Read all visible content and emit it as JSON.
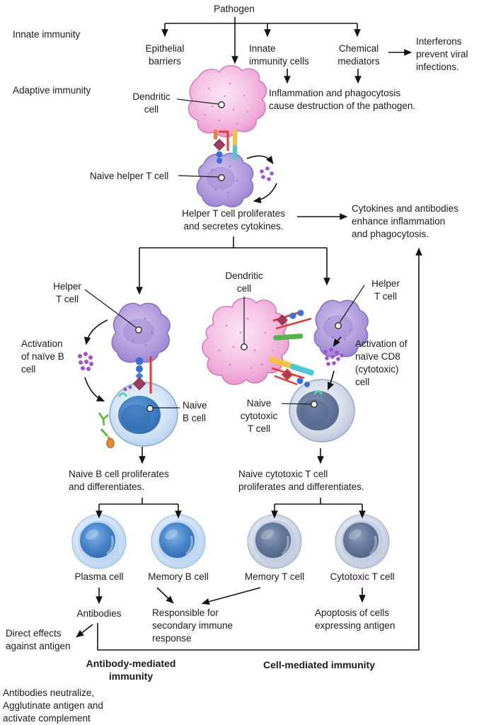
{
  "palette": {
    "line": "#141414",
    "text": "#1b1b1b",
    "dendritic_pink": "#f3bade",
    "dendritic_edge": "#d878bc",
    "helper_purple": "#b3a0e0",
    "helper_edge": "#8670be",
    "b_cell_body": "#d5e6f7",
    "b_cell_nucleus": "#3f7fc1",
    "ctl_body": "#d9dfeb",
    "ctl_nucleus": "#5f7294",
    "cytokine_dot_purple": "#a050d0",
    "receptor_red": "#e8392f",
    "receptor_maroon": "#a03a5e",
    "receptor_blue": "#3a6fd8",
    "receptor_yellow": "#f5c23d",
    "receptor_cyan": "#4cc8d8",
    "receptor_green": "#4db848",
    "receptor_orange": "#f08030",
    "receptor_teal": "#50d0b8"
  },
  "labels": {
    "pathogen": "Pathogen",
    "innate_immunity": "Innate immunity",
    "adaptive_immunity": "Adaptive immunity",
    "epithelial": [
      "Epithelial",
      "barriers"
    ],
    "innate_cells": [
      "Innate",
      "immunity cells"
    ],
    "chemical": [
      "Chemical",
      "mediators"
    ],
    "interferons": [
      "Interferons",
      "prevent viral",
      "infections."
    ],
    "inflammation": [
      "Inflammation and phagocytosis",
      "cause destruction of the pathogen."
    ],
    "dendritic_top": [
      "Dendritic",
      "cell"
    ],
    "naive_helper": "Naive helper T cell",
    "helper_proliferates": [
      "Helper T cell proliferates",
      "and secretes cytokines."
    ],
    "cytokines_enhance": [
      "Cytokines and antibodies",
      "enhance inflammation",
      "and phagocytosis."
    ],
    "helper_left": [
      "Helper",
      "T cell"
    ],
    "dendritic_mid": [
      "Dendritic",
      "cell"
    ],
    "helper_right": [
      "Helper",
      "T cell"
    ],
    "activation_b": [
      "Activation",
      "of naïve B",
      "cell"
    ],
    "activation_cd8": [
      "Activation of",
      "naïve CD8",
      "(cytotoxic)",
      "cell"
    ],
    "naive_b": [
      "Naive",
      "B cell"
    ],
    "naive_ctl": [
      "Naive",
      "cytotoxic",
      "T cell"
    ],
    "b_proliferates": [
      "Naive B cell proliferates",
      "and differentiates."
    ],
    "ctl_proliferates": [
      "Naive cytotoxic T cell",
      "proliferates and differentiates."
    ],
    "plasma": "Plasma cell",
    "memory_b": "Memory B cell",
    "memory_t": "Memory T cell",
    "cytotoxic_t": "Cytotoxic T cell",
    "antibodies": "Antibodies",
    "responsible": [
      "Responsible for",
      "secondary immune",
      "response"
    ],
    "apoptosis": [
      "Apoptosis of cells",
      "expressing antigen"
    ],
    "direct_effects": [
      "Direct effects",
      "against antigen"
    ],
    "antibody_mediated": [
      "Antibody-mediated",
      "immunity"
    ],
    "cell_mediated": "Cell-mediated immunity",
    "antibodies_neutralize": [
      "Antibodies neutralize,",
      "Agglutinate antigen and",
      "activate complement"
    ]
  }
}
